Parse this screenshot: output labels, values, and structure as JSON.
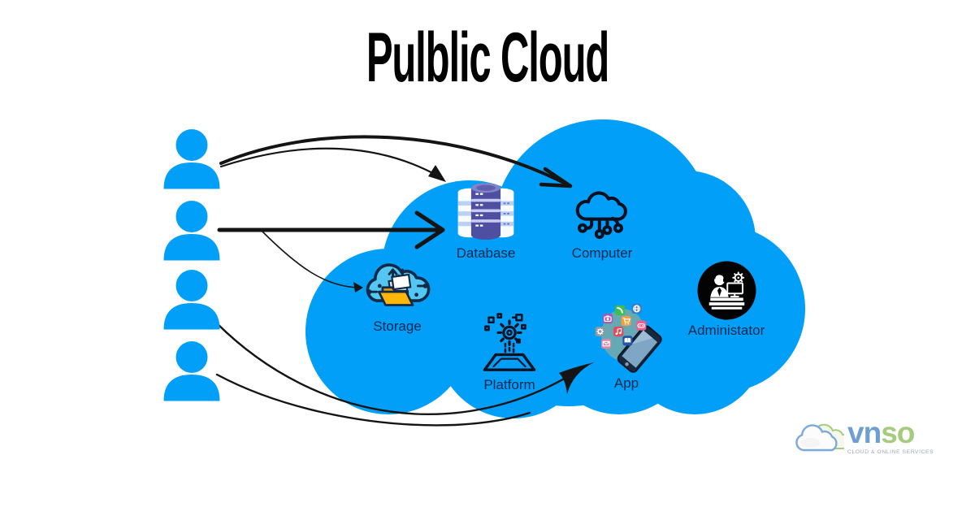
{
  "title": "Pulblic Cloud",
  "users": {
    "count": 4
  },
  "nodes": [
    {
      "id": "database",
      "label": "Database"
    },
    {
      "id": "computer",
      "label": "Computer"
    },
    {
      "id": "storage",
      "label": "Storage"
    },
    {
      "id": "platform",
      "label": "Platform"
    },
    {
      "id": "app",
      "label": "App"
    },
    {
      "id": "administrator",
      "label": "Administator"
    }
  ],
  "arrows": [
    {
      "from": "user-1",
      "to": "computer",
      "style": "thick-curve"
    },
    {
      "from": "user-1",
      "to": "database",
      "style": "thin-curve"
    },
    {
      "from": "user-2",
      "to": "database",
      "style": "thick-straight"
    },
    {
      "from": "user-2",
      "to": "storage",
      "style": "thin-curve"
    },
    {
      "from": "user-3",
      "to": "app",
      "style": "thin-curve"
    },
    {
      "from": "user-4",
      "to": "app",
      "style": "thin-curve"
    }
  ],
  "logo": {
    "brand_prefix": "vn",
    "brand_suffix": "so",
    "tagline": "CLOUD & ONLINE SERVICES"
  },
  "icons": {
    "user": "person-icon",
    "database": "database-cylinders-icon",
    "computer": "cloud-network-icon",
    "storage": "cloud-folder-icon",
    "platform": "gear-stage-icon",
    "app": "smartphone-apps-icon",
    "administrator": "admin-desk-badge-icon",
    "logo": "vnso-cloud-logo-icon"
  },
  "colors": {
    "cloud_blue": "#019FF7",
    "user_blue": "#019FF7",
    "arrow_black": "#141414",
    "label_navy": "#0E2A52",
    "title_black": "#010101",
    "logo_blue": "#6E9FD4",
    "logo_green": "#A5CB7D",
    "tagline_gray": "#A0A6AD",
    "admin_badge_black": "#030303",
    "storage_cloud_blue": "#53C6F2",
    "storage_folder_yellow": "#FFB60B",
    "database_dark_indigo": "#4E4FA0"
  }
}
